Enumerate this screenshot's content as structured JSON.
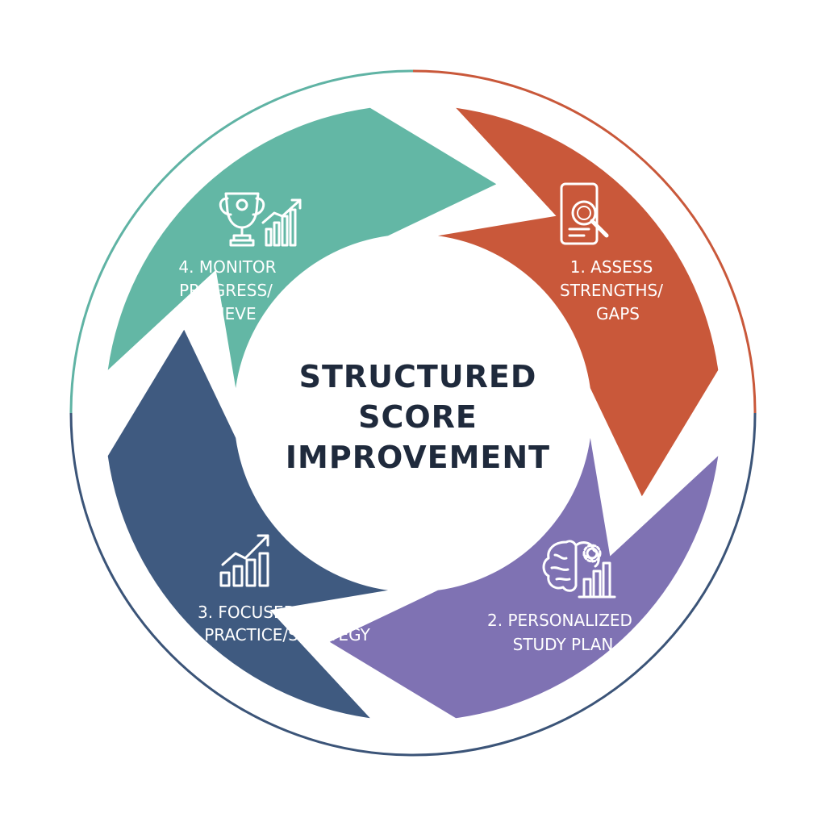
{
  "center": {
    "line1": "STRUCTURED",
    "line2": "SCORE",
    "line3": "IMPROVEMENT"
  },
  "colors": {
    "assess": "#c9583a",
    "plan": "#7f72b3",
    "practice": "#3f5a80",
    "monitor": "#63b7a5",
    "outer_ring_top_left": "#5fb3a4",
    "outer_ring_top_right": "#c9583a",
    "outer_ring_bottom": "#3b5478",
    "center_text": "#1f2a3c"
  },
  "segments": [
    {
      "id": "assess",
      "lines": [
        "1. ASSESS",
        "STRENGTHS/",
        "GAPS"
      ],
      "icon": "document-magnifier-icon"
    },
    {
      "id": "plan",
      "lines": [
        "2. PERSONALIZED",
        "STUDY PLAN"
      ],
      "icon": "brain-gear-chart-icon"
    },
    {
      "id": "practice",
      "lines": [
        "3. FOCUSED",
        "PRACTICE/STRATEGY"
      ],
      "icon": "rising-bar-chart-icon"
    },
    {
      "id": "monitor",
      "lines": [
        "4. MONITOR",
        "PROGRESS/",
        "ACHIEVE"
      ],
      "icon": "trophy-chart-icon"
    }
  ]
}
